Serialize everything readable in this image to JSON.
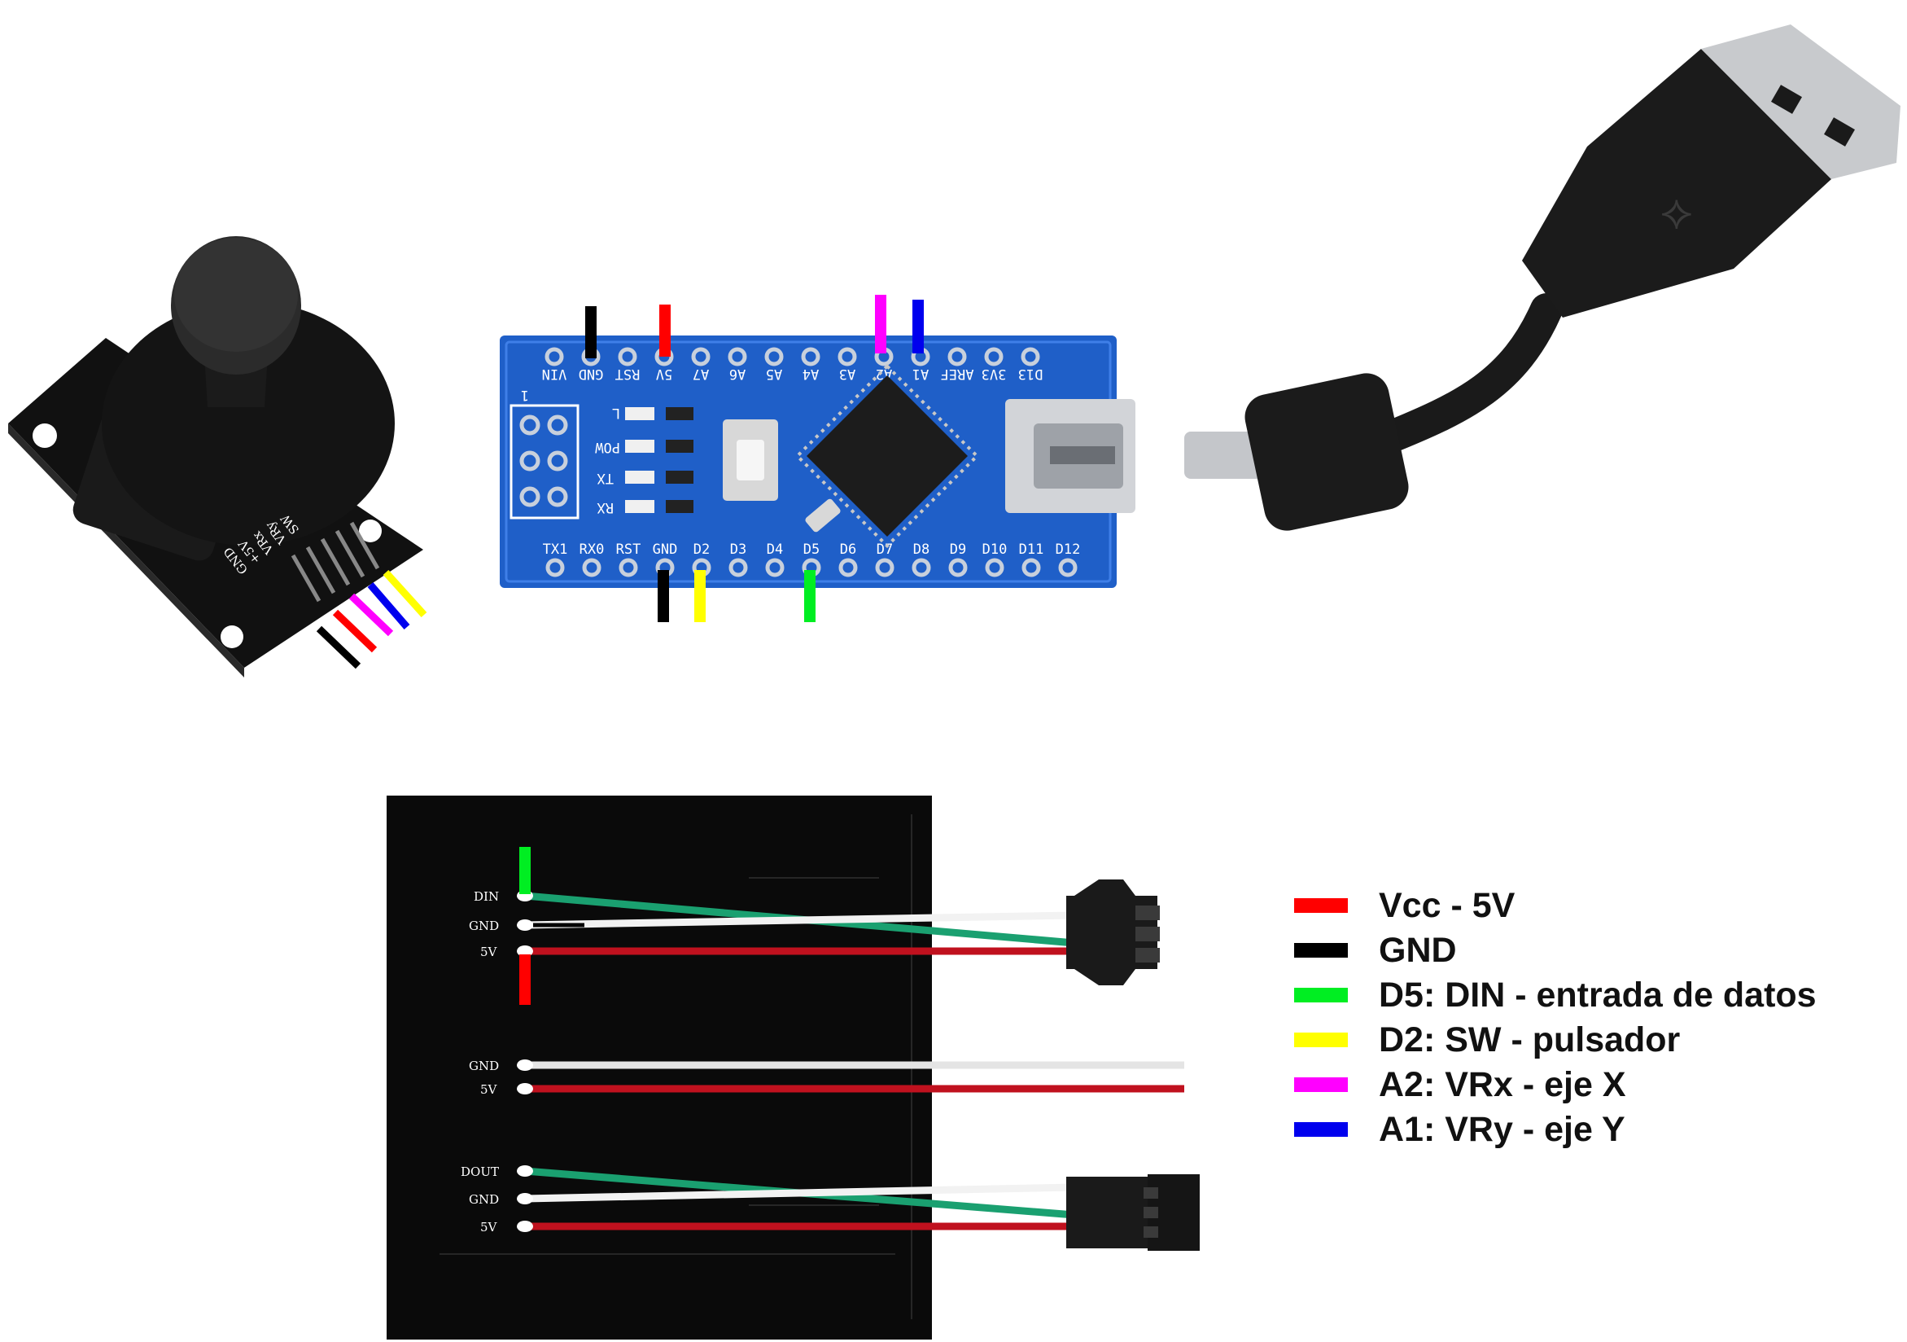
{
  "colors": {
    "vcc": "#ff0000",
    "gnd": "#000000",
    "din": "#00ee22",
    "sw": "#ffff00",
    "vrx": "#ff00ff",
    "vry": "#0000ee",
    "pcb_blue": "#1f5fc8",
    "wire_green": "#1aa070",
    "wire_red": "#c0111e",
    "wire_white": "#f2f2f2"
  },
  "legend": [
    {
      "label": "Vcc - 5V",
      "color": "#ff0000"
    },
    {
      "label": "GND",
      "color": "#000000"
    },
    {
      "label": "D5: DIN - entrada de datos",
      "color": "#00ee22"
    },
    {
      "label": "D2: SW - pulsador",
      "color": "#ffff00"
    },
    {
      "label": "A2: VRx - eje X",
      "color": "#ff00ff"
    },
    {
      "label": "A1: VRy - eje Y",
      "color": "#0000ee"
    }
  ],
  "nano": {
    "top_pins": [
      "VIN",
      "GND",
      "RST",
      "5V",
      "A7",
      "A6",
      "A5",
      "A4",
      "A3",
      "A2",
      "A1",
      "AREF",
      "3V3",
      "D13"
    ],
    "bottom_pins": [
      "TX1",
      "RX0",
      "RST",
      "GND",
      "D2",
      "D3",
      "D4",
      "D5",
      "D6",
      "D7",
      "D8",
      "D9",
      "D10",
      "D11",
      "D12"
    ],
    "leds": [
      "L",
      "POW",
      "TX",
      "RX"
    ],
    "header_mark": "1"
  },
  "joystick": {
    "pins": [
      "GND",
      "+5V",
      "VRx",
      "VRy",
      "SW"
    ]
  },
  "matrix": {
    "input_pads": [
      "DIN",
      "GND",
      "5V"
    ],
    "power_pads": [
      "GND",
      "5V"
    ],
    "output_pads": [
      "DOUT",
      "GND",
      "5V"
    ]
  }
}
